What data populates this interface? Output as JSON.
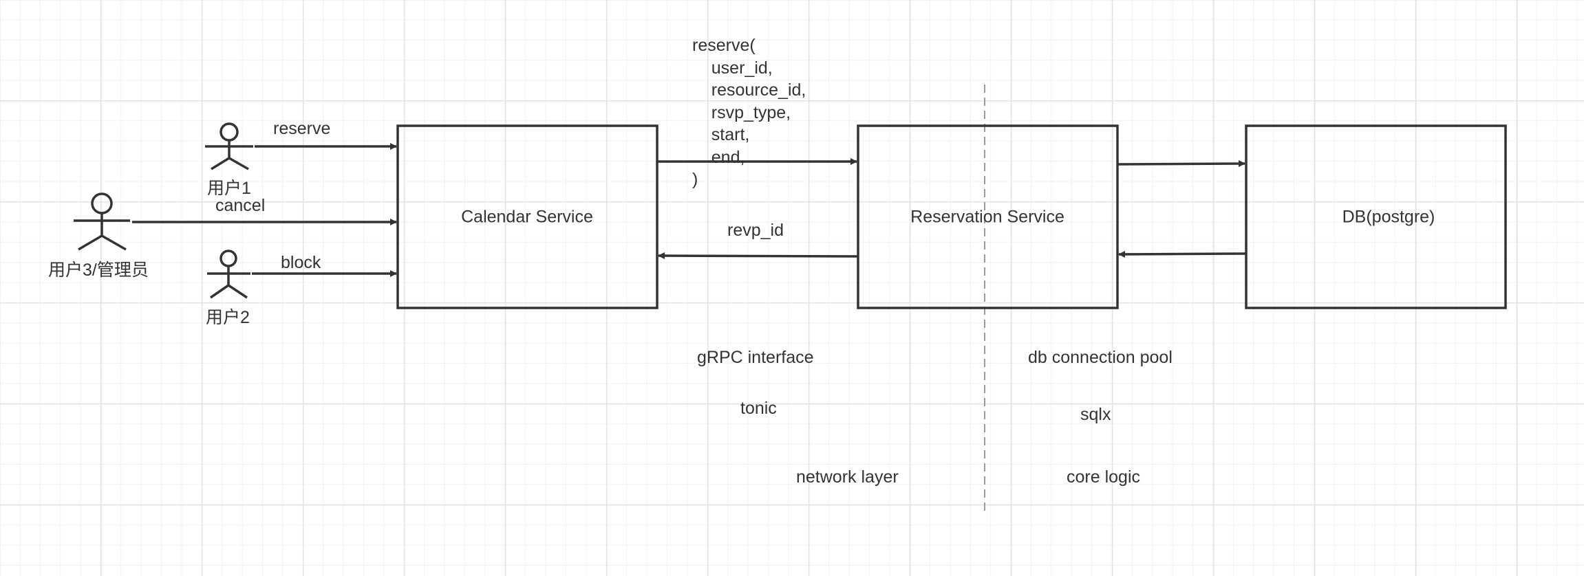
{
  "colors": {
    "stroke": "#333333",
    "text": "#333333",
    "divider": "#999999",
    "grid_major": "#e3e3e3",
    "grid_minor": "#f1f1f1",
    "background": "#ffffff"
  },
  "actors": [
    {
      "id": "user1",
      "label": "用户1",
      "icon": "stick-figure-icon"
    },
    {
      "id": "user3",
      "label": "用户3/管理员",
      "icon": "stick-figure-icon"
    },
    {
      "id": "user2",
      "label": "用户2",
      "icon": "stick-figure-icon"
    }
  ],
  "boxes": {
    "calendar": "Calendar Service",
    "reservation": "Reservation Service",
    "db": "DB(postgre)"
  },
  "edges": {
    "reserve": "reserve",
    "cancel": "cancel",
    "block": "block",
    "reserve_call": "reserve(\n    user_id,\n    resource_id,\n    rsvp_type,\n    start,\n    end,\n)",
    "revp_id": "revp_id"
  },
  "layers": {
    "grpc": "gRPC interface",
    "tonic": "tonic",
    "network": "network layer",
    "pool": "db connection pool",
    "sqlx": "sqlx",
    "core": "core logic"
  }
}
